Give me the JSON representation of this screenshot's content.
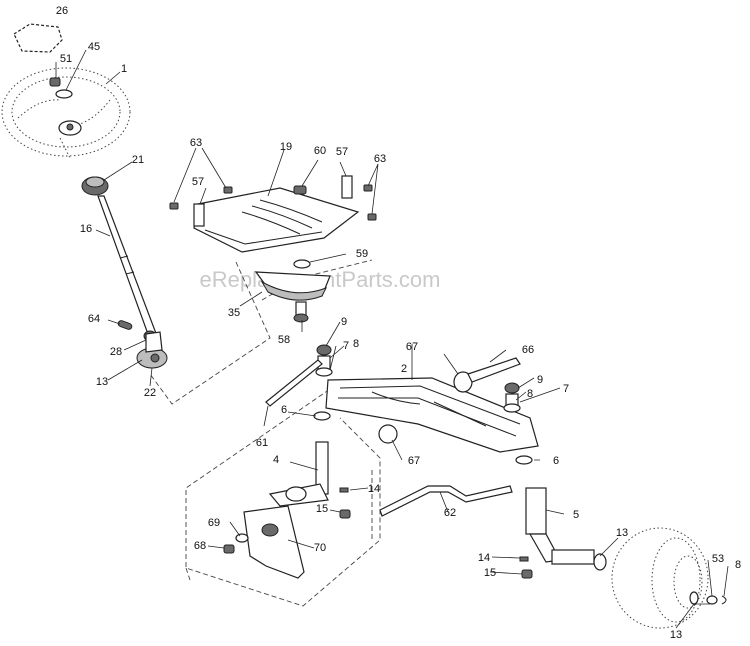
{
  "watermark": "eReplacementParts.com",
  "labels": {
    "p26": "26",
    "p45": "45",
    "p51": "51",
    "p1": "1",
    "p21": "21",
    "p16": "16",
    "p63a": "63",
    "p19": "19",
    "p60": "60",
    "p57a": "57",
    "p63b": "63",
    "p57b": "57",
    "p59": "59",
    "p35": "35",
    "p58": "58",
    "p64": "64",
    "p28": "28",
    "p13a": "13",
    "p22": "22",
    "p9a": "9",
    "p8a": "8",
    "p7a": "7",
    "p67a": "67",
    "p66": "66",
    "p2": "2",
    "p9b": "9",
    "p8b": "8",
    "p7b": "7",
    "p6a": "6",
    "p61": "61",
    "p67b": "67",
    "p6b": "6",
    "p4": "4",
    "p14a": "14",
    "p15a": "15",
    "p62": "62",
    "p5": "5",
    "p69": "69",
    "p68": "68",
    "p70": "70",
    "p13b": "13",
    "p53": "53",
    "p8c": "8",
    "p14b": "14",
    "p15b": "15",
    "p13c": "13"
  }
}
